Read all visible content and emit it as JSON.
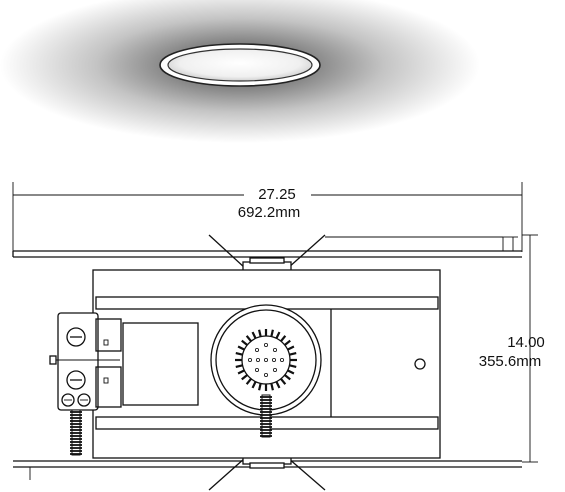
{
  "dimensions": {
    "width_in": "27.25",
    "width_mm": "692.2mm",
    "depth_in": "14.00",
    "depth_mm": "355.6mm"
  }
}
